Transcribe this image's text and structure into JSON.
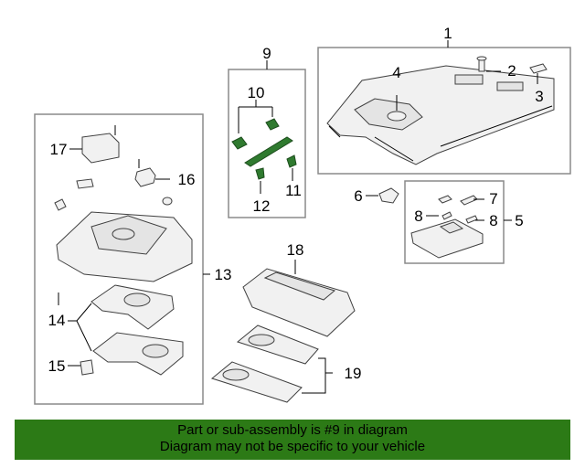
{
  "callouts": {
    "c1": "1",
    "c2": "2",
    "c3": "3",
    "c4": "4",
    "c5": "5",
    "c6": "6",
    "c7": "7",
    "c8a": "8",
    "c8b": "8",
    "c9": "9",
    "c10": "10",
    "c11": "11",
    "c12": "12",
    "c13": "13",
    "c14": "14",
    "c15": "15",
    "c16": "16",
    "c17": "17",
    "c18": "18",
    "c19": "19"
  },
  "banner": {
    "line1": "Part or sub-assembly is #9 in diagram",
    "line2": "Diagram may not be specific to your vehicle"
  },
  "colors": {
    "highlight": "#2f7a2f",
    "banner": "#2c7a16",
    "box_border": "#8a8a8a"
  }
}
